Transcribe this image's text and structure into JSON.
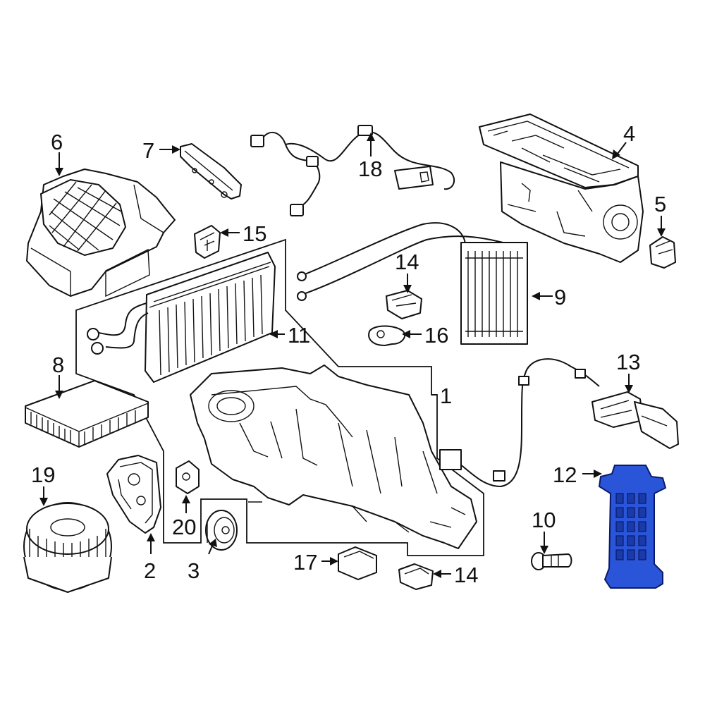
{
  "diagram": {
    "highlight_color": "#2a55d8",
    "line_color": "#111111",
    "callouts": {
      "c1": "1",
      "c2": "2",
      "c3": "3",
      "c4": "4",
      "c5": "5",
      "c6": "6",
      "c7": "7",
      "c8": "8",
      "c9": "9",
      "c10": "10",
      "c11": "11",
      "c12": "12",
      "c13": "13",
      "c14a": "14",
      "c14b": "14",
      "c15": "15",
      "c16": "16",
      "c17": "17",
      "c18": "18",
      "c19": "19",
      "c20": "20"
    }
  }
}
